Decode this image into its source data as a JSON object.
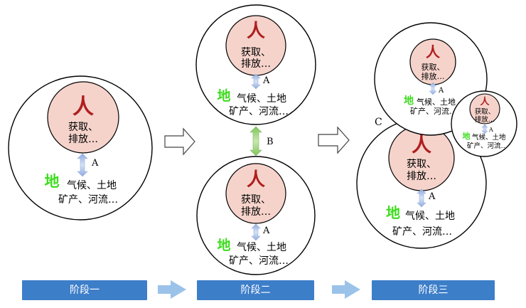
{
  "human_glyph": "人",
  "earth_glyph": "地",
  "human_text_line1": "获取、",
  "human_text_line2": "排放…",
  "earth_text_line1": "气候、土地",
  "earth_text_line2": "矿产、河流…",
  "arrow_a_label": "A",
  "arrow_b_label": "B",
  "label_c": "C",
  "stages": [
    "阶段一",
    "阶段二",
    "阶段三"
  ],
  "colors": {
    "human_fill": "#f5d3cb",
    "human_glyph": "#b01e1e",
    "earth_glyph": "#3ddc1e",
    "arrow_a": "#a9c1e8",
    "arrow_b": "#8cc96a",
    "stage_bar": "#3d7ec9",
    "flow_arrow": "#9bc3ea"
  }
}
